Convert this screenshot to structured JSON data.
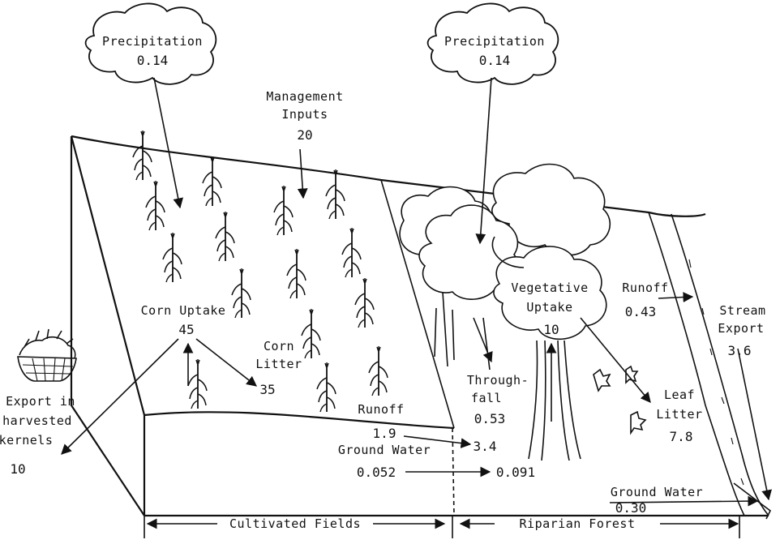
{
  "labels": {
    "precip_left": "Precipitation",
    "precip_right": "Precipitation",
    "management_1": "Management",
    "management_2": "Inputs",
    "corn_uptake": "Corn Uptake",
    "corn_litter_1": "Corn",
    "corn_litter_2": "Litter",
    "export_1": "Export in",
    "export_2": "harvested",
    "export_3": "kernels",
    "runoff_field": "Runoff",
    "groundwater_field": "Ground Water",
    "throughfall_1": "Through-",
    "throughfall_2": "fall",
    "vegetative_1": "Vegetative",
    "vegetative_2": "Uptake",
    "runoff_forest": "Runoff",
    "stream_1": "Stream",
    "stream_2": "Export",
    "leaf_1": "Leaf",
    "leaf_2": "Litter",
    "groundwater_forest": "Ground Water",
    "cultivated_fields": "Cultivated Fields",
    "riparian_forest": "Riparian Forest"
  },
  "values": {
    "precip_left": "0.14",
    "precip_right": "0.14",
    "management": "20",
    "corn_uptake": "45",
    "corn_litter": "35",
    "export_kernels": "10",
    "runoff_field": "1.9",
    "runoff_to_forest": "3.4",
    "groundwater_field": "0.052",
    "groundwater_to_forest": "0.091",
    "throughfall": "0.53",
    "vegetative_uptake": "10",
    "runoff_forest": "0.43",
    "stream_export": "3.6",
    "leaf_litter": "7.8",
    "groundwater_forest": "0.30"
  },
  "icons": {
    "corn": "corn-plant-icon",
    "basket": "harvest-basket-icon",
    "leaf": "fallen-leaf-icon"
  }
}
